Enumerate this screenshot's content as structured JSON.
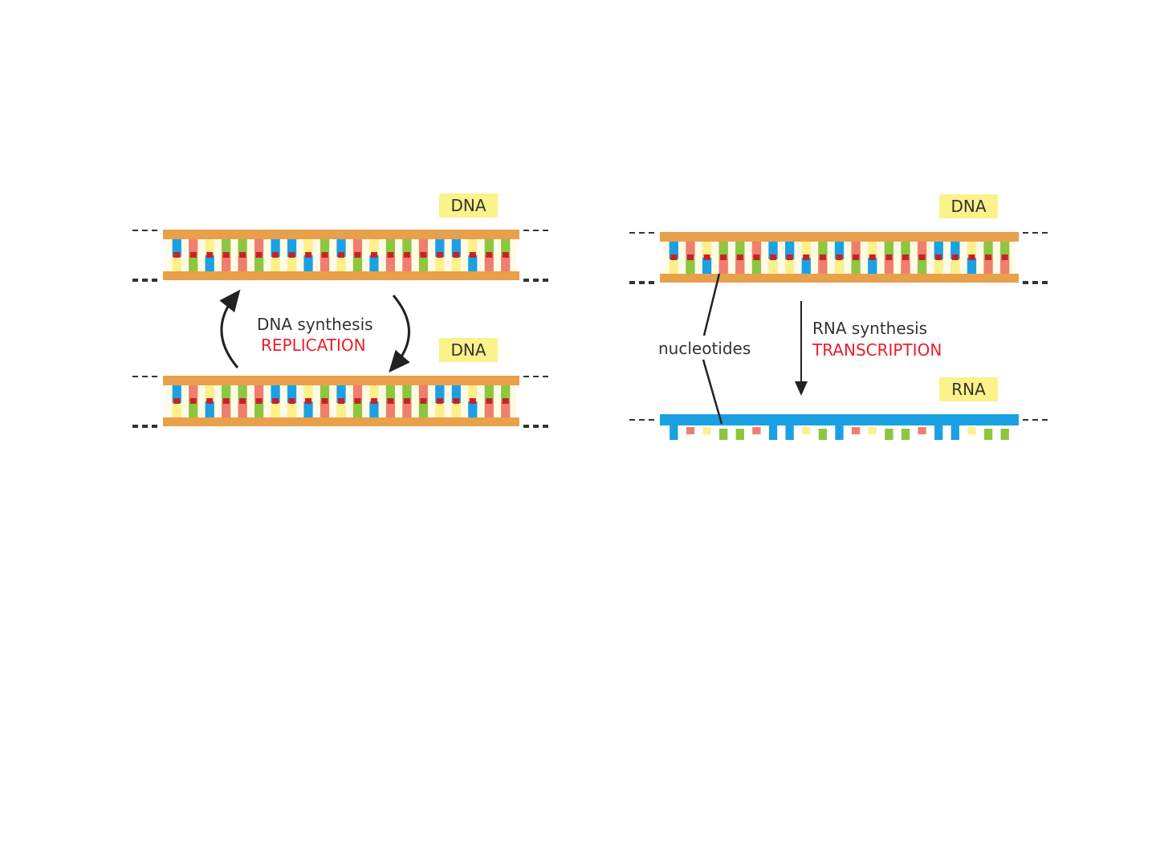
{
  "replication": {
    "label_top": "DNA",
    "label_bottom": "DNA",
    "process": "DNA synthesis",
    "process_name": "REPLICATION"
  },
  "transcription": {
    "label_dna": "DNA",
    "label_rna": "RNA",
    "process": "RNA synthesis",
    "process_name": "TRANSCRIPTION",
    "nucleotides_label": "nucleotides"
  },
  "colors": {
    "backbone_dna": "#e8a04a",
    "backbone_rna": "#1ba1e2",
    "blue": "#1ba1e2",
    "green": "#8dc63f",
    "salmon": "#ee7f6d",
    "yellow": "#fdf08a",
    "bond": "#c8202a",
    "label_bg": "#fbf28a",
    "accent_red": "#e8202a"
  },
  "dna_pairs": [
    "BY",
    "SG",
    "YB",
    "GS",
    "GS",
    "SG",
    "BY",
    "BY",
    "YB",
    "GS",
    "BY",
    "SG",
    "YB",
    "GS",
    "GS",
    "SG",
    "BY",
    "BY",
    "YB",
    "GS",
    "GS"
  ],
  "rna_bases": [
    "B",
    "S",
    "Y",
    "G",
    "G",
    "S",
    "B",
    "B",
    "Y",
    "G",
    "B",
    "S",
    "Y",
    "G",
    "G",
    "S",
    "B",
    "B",
    "Y",
    "G",
    "G"
  ]
}
